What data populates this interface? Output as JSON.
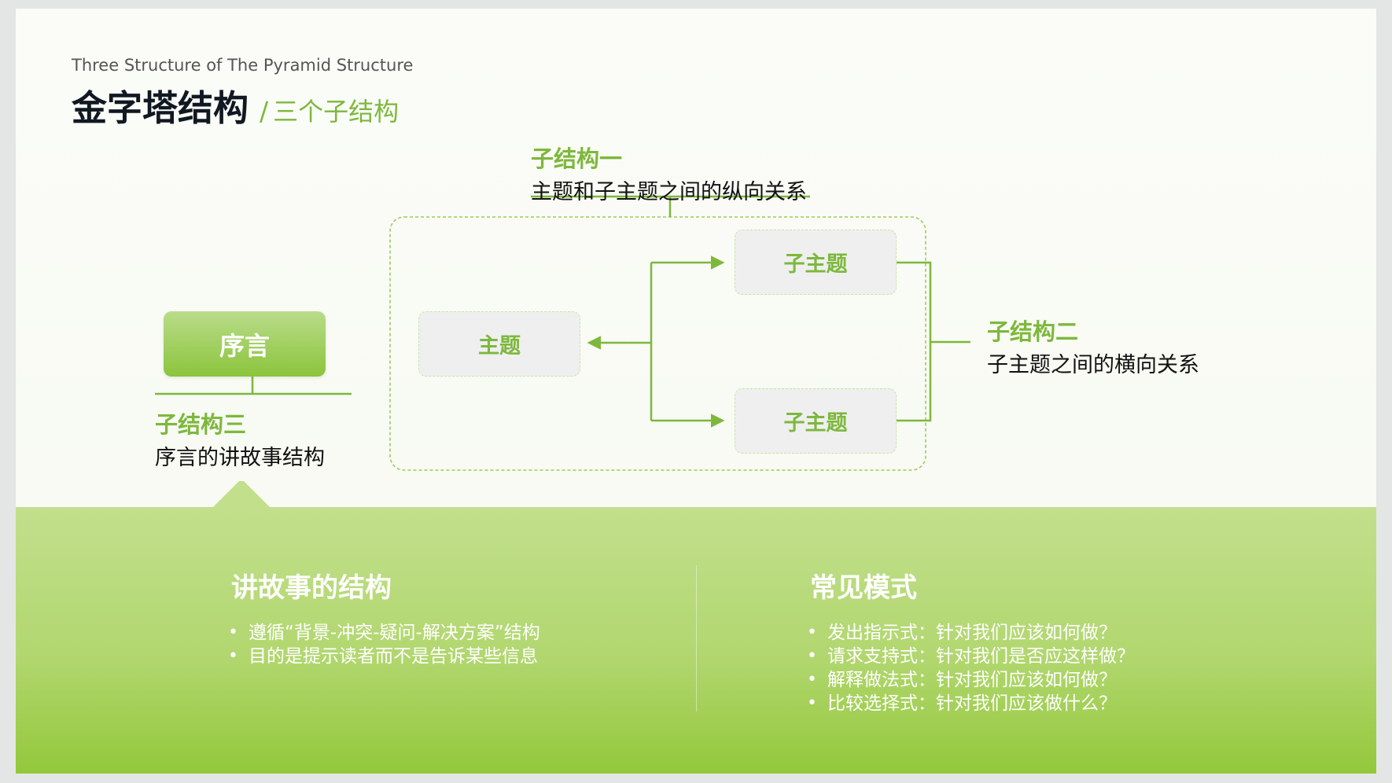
{
  "header": {
    "eyebrow": "Three Structure of  The Pyramid Structure",
    "title": "金字塔结构",
    "slash": "/",
    "subtitle": "三个子结构"
  },
  "diagram": {
    "sub1": {
      "heading": "子结构一",
      "desc": "主题和子主题之间的纵向关系"
    },
    "sub2": {
      "heading": "子结构二",
      "desc": "子主题之间的横向关系"
    },
    "sub3": {
      "heading": "子结构三",
      "desc": "序言的讲故事结构"
    },
    "preface_label": "序言",
    "topic_label": "主题",
    "subtopic_top_label": "子主题",
    "subtopic_bottom_label": "子主题"
  },
  "bottom": {
    "left": {
      "heading": "讲故事的结构",
      "items": [
        "遵循“背景-冲突-疑问-解决方案”结构",
        "目的是提示读者而不是告诉某些信息"
      ]
    },
    "right": {
      "heading": "常见模式",
      "items": [
        "发出指示式：针对我们应该如何做？",
        "请求支持式：针对我们是否应这样做？",
        "解释做法式：针对我们应该如何做？",
        "比较选择式：针对我们应该做什么？"
      ]
    }
  },
  "colors": {
    "accent_green": "#7db83c",
    "panel_green": "#a9d25f",
    "title_dark": "#101822"
  }
}
